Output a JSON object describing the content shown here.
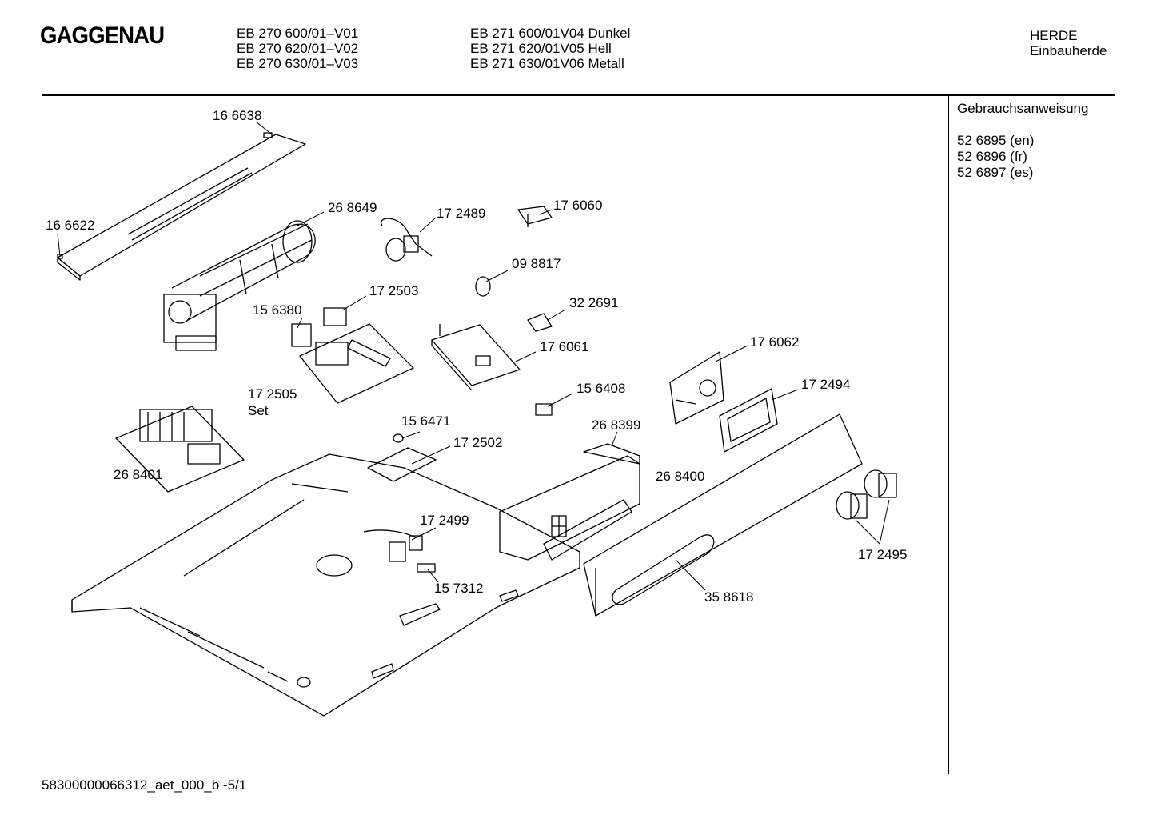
{
  "header": {
    "brand": "GAGGENAU",
    "models_col1": [
      "EB 270 600/01–V01",
      "EB 270 620/01–V02",
      "EB 270 630/01–V03"
    ],
    "models_col2": [
      "EB 271 600/01V04 Dunkel",
      "EB 271 620/01V05 Hell",
      "EB 271 630/01V06 Metall"
    ],
    "category": "HERDE",
    "subcategory": "Einbauherde"
  },
  "sidebar": {
    "title": "Gebrauchsanweisung",
    "manuals": [
      "52 6895 (en)",
      "52 6896 (fr)",
      "52 6897 (es)"
    ]
  },
  "parts": {
    "p166638": "16 6638",
    "p166622": "16 6622",
    "p268649": "26 8649",
    "p172489": "17 2489",
    "p176060": "17 6060",
    "p098817": "09 8817",
    "p322691": "32 2691",
    "p172503": "17 2503",
    "p156380": "15 6380",
    "p176061": "17 6061",
    "p176062": "17 6062",
    "p172505": "17 2505",
    "p172505_note": "Set",
    "p156408": "15 6408",
    "p172494": "17 2494",
    "p156471": "15 6471",
    "p268399": "26 8399",
    "p172502": "17 2502",
    "p268401": "26 8401",
    "p268400": "26 8400",
    "p172499": "17 2499",
    "p172495": "17 2495",
    "p157312": "15 7312",
    "p358618": "35 8618"
  },
  "footer": {
    "doc_id": "58300000066312_aet_000_b  -5/1"
  }
}
